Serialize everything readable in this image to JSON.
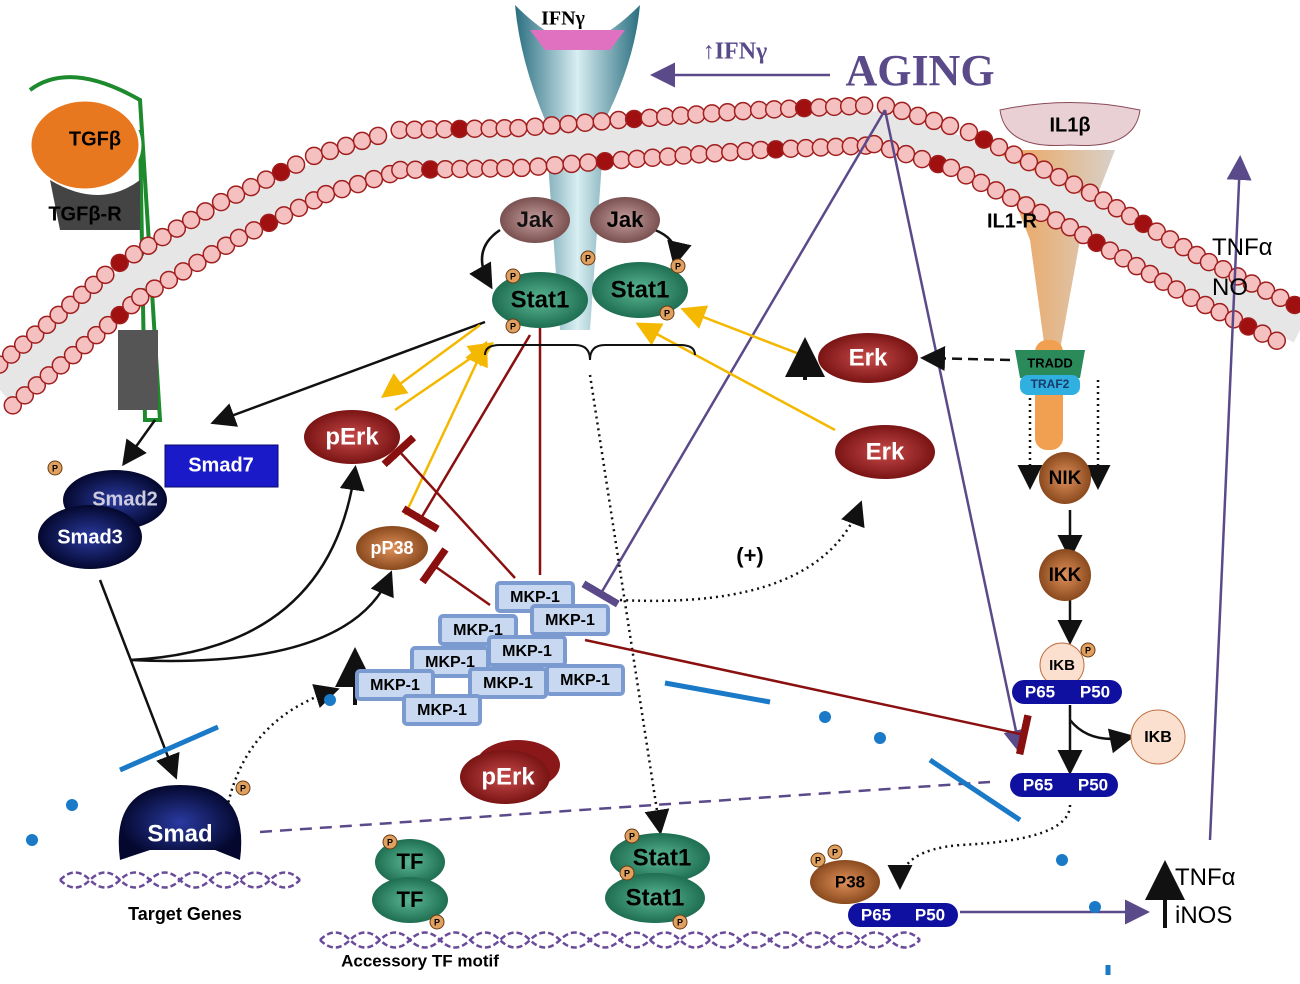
{
  "ligands": {
    "ifng": "IFNγ",
    "tgfb": "TGFβ",
    "il1b": "IL1β"
  },
  "receptors": {
    "tgfbr": "TGFβ-R",
    "il1r": "IL1-R"
  },
  "aging": {
    "label": "AGING",
    "ifng_up": "↑IFNγ"
  },
  "jak": [
    "Jak",
    "Jak"
  ],
  "stat1_top": [
    "Stat1",
    "Stat1"
  ],
  "kinases": {
    "erk_up": "Erk",
    "erk": "Erk",
    "perk": "pErk",
    "pp38": "pP38",
    "perk_nuc": "pErk",
    "p38": "P38"
  },
  "smad": {
    "smad7": "Smad7",
    "smad2": "Smad2",
    "smad3": "Smad3",
    "smad": "Smad",
    "target_genes": "Target Genes"
  },
  "il1_path": {
    "tradd": "TRADD",
    "traf2": "TRAF2",
    "nik": "NIK",
    "ikk": "IKK",
    "ikb": "IKB",
    "ikb_free": "IKB",
    "p65": "P65",
    "p50": "P50"
  },
  "mkp": [
    "MKP-1",
    "MKP-1",
    "MKP-1",
    "MKP-1",
    "MKP-1",
    "MKP-1",
    "MKP-1",
    "MKP-1",
    "MKP-1"
  ],
  "plus": "(+)",
  "nucleus": {
    "tf": [
      "TF",
      "TF"
    ],
    "accessory": "Accessory TF motif",
    "stat1": [
      "Stat1",
      "Stat1"
    ]
  },
  "outputs": {
    "tnfa": "TNFα",
    "inos": "iNOS",
    "tnfa_out": "TNFα",
    "no": "NO"
  },
  "phospho": "P",
  "colors": {
    "purple": "#5b4a8a",
    "membrane": "#a01e1e",
    "stat": "#3a9a78",
    "erk": "#a02828",
    "p38": "#b5652e",
    "smad": "#0a1a6a",
    "yellow": "#f5b800",
    "blue": "#1a1ac8"
  }
}
